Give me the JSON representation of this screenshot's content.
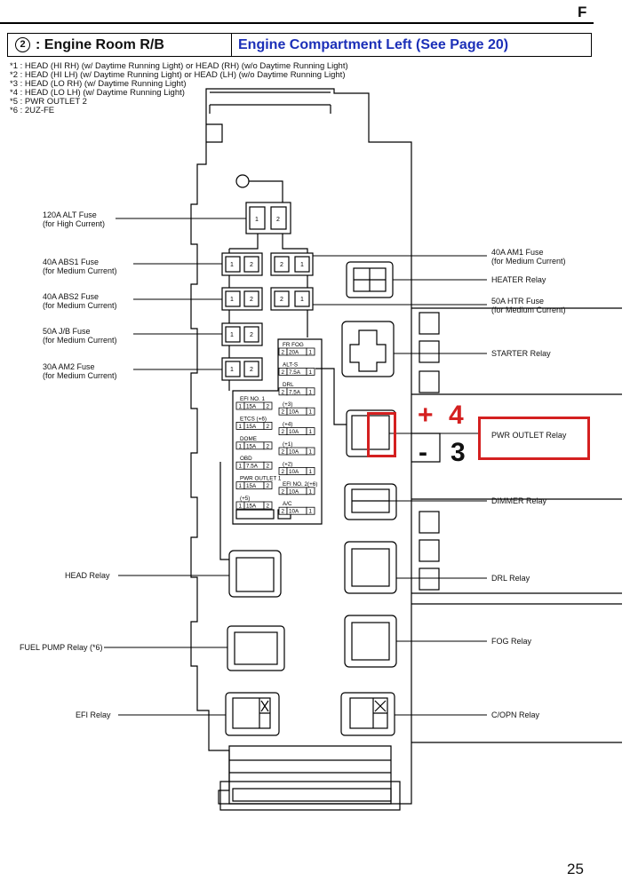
{
  "section_letter": "F",
  "header": {
    "circle_number": "2",
    "left_title": ": Engine Room R/B",
    "right_title": "Engine Compartment Left (See Page 20)"
  },
  "notes": [
    "*1 : HEAD (HI RH) (w/ Daytime Running Light) or HEAD (RH) (w/o Daytime Running Light)",
    "*2 : HEAD (HI LH) (w/ Daytime Running Light) or HEAD (LH) (w/o Daytime Running Light)",
    "*3 : HEAD (LO RH) (w/ Daytime Running Light)",
    "*4 : HEAD (LO LH) (w/ Daytime Running Light)",
    "*5 : PWR OUTLET 2",
    "*6 : 2UZ-FE"
  ],
  "left_labels": {
    "alt_fuse": [
      "120A ALT Fuse",
      "(for High Current)"
    ],
    "abs1_fuse": [
      "40A ABS1 Fuse",
      "(for Medium Current)"
    ],
    "abs2_fuse": [
      "40A ABS2 Fuse",
      "(for Medium Current)"
    ],
    "jb_fuse": [
      "50A J/B Fuse",
      "(for Medium Current)"
    ],
    "am2_fuse": [
      "30A AM2 Fuse",
      "(for Medium Current)"
    ],
    "head_relay": "HEAD Relay",
    "fuel_pump_relay": "FUEL PUMP Relay (*6)",
    "efi_relay": "EFI Relay"
  },
  "right_labels": {
    "am1_fuse": [
      "40A AM1 Fuse",
      "(for Medium Current)"
    ],
    "heater_relay": "HEATER Relay",
    "htr_fuse": [
      "50A HTR Fuse",
      "(for Medium Current)"
    ],
    "starter_relay": "STARTER Relay",
    "pwr_outlet_relay": "PWR OUTLET Relay",
    "dimmer_relay": "DIMMER Relay",
    "drl_relay": "DRL Relay",
    "fog_relay": "FOG Relay",
    "copn_relay": "C/OPN Relay"
  },
  "annotations": {
    "plus": "+",
    "four": "4",
    "minus": "-",
    "three": "3"
  },
  "fuse_panel": {
    "right": [
      {
        "name": "FR FOG",
        "amp": "20A",
        "a": "2",
        "b": "1"
      },
      {
        "name": "ALT-S",
        "amp": "7.5A",
        "a": "2",
        "b": "1"
      },
      {
        "name": "DRL",
        "amp": "7.5A",
        "a": "2",
        "b": "1"
      },
      {
        "name": "(+3)",
        "amp": "10A",
        "a": "2",
        "b": "1"
      },
      {
        "name": "(+4)",
        "amp": "10A",
        "a": "2",
        "b": "1"
      },
      {
        "name": "(+1)",
        "amp": "10A",
        "a": "2",
        "b": "1"
      },
      {
        "name": "(+2)",
        "amp": "10A",
        "a": "2",
        "b": "1"
      },
      {
        "name": "EFI NO. 2(+6)",
        "amp": "10A",
        "a": "2",
        "b": "1"
      },
      {
        "name": "A/C",
        "amp": "10A",
        "a": "2",
        "b": "1"
      }
    ],
    "left": [
      {
        "name": "EFI NO. 1",
        "amp": "15A",
        "a": "1",
        "b": "2"
      },
      {
        "name": "ETCS (+6)",
        "amp": "15A",
        "a": "1",
        "b": "2"
      },
      {
        "name": "DOME",
        "amp": "15A",
        "a": "1",
        "b": "2"
      },
      {
        "name": "OBD",
        "amp": "7.5A",
        "a": "1",
        "b": "2"
      },
      {
        "name": "PWR OUTLET 1",
        "amp": "15A",
        "a": "1",
        "b": "2"
      },
      {
        "name": "(+5)",
        "amp": "15A",
        "a": "1",
        "b": "2"
      }
    ]
  },
  "page_number": "25",
  "accent_color": "#d42020",
  "header_link_color": "#1c30b8"
}
